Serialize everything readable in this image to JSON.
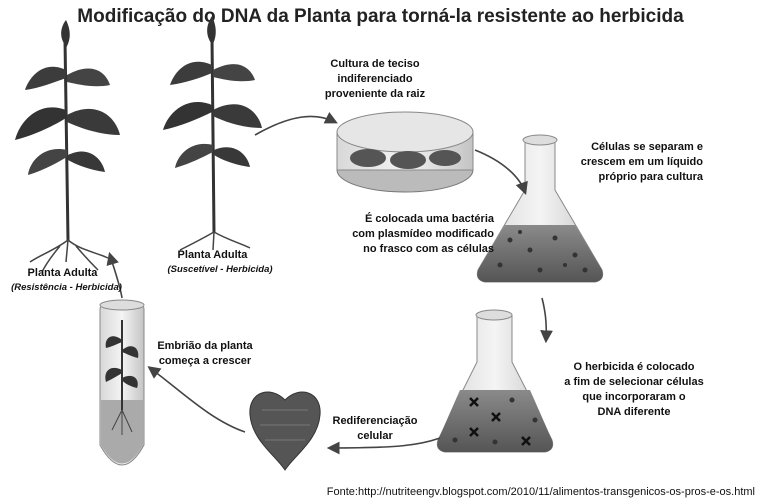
{
  "title": "Modificação do DNA da Planta para torná-la resistente ao herbicida",
  "labels": {
    "plant_resistant": "Planta Adulta",
    "plant_resistant_sub": "(Resistência - Herbicida)",
    "plant_susceptible": "Planta Adulta",
    "plant_susceptible_sub": "(Suscetível - Herbicida)",
    "tissue_culture": [
      "Cultura de teciso",
      "indiferenciado",
      "proveniente da raiz"
    ],
    "cells_separate": [
      "Células se separam e",
      "crescem em um líquido",
      "próprio para cultura"
    ],
    "bacteria": [
      "É colocada uma bactéria",
      "com plasmídeo modificado",
      "no frasco com as células"
    ],
    "herbicide": [
      "O herbicida é colocado",
      "a fim de selecionar células",
      "que incorporaram o",
      "DNA diferente"
    ],
    "redifferentiation": [
      "Rediferenciação",
      "celular"
    ],
    "embryo": [
      "Embrião da planta",
      "começa a crescer"
    ]
  },
  "source": "Fonte:http://nutriteengv.blogspot.com/2010/11/alimentos-transgenicos-os-pros-e-os.html"
}
